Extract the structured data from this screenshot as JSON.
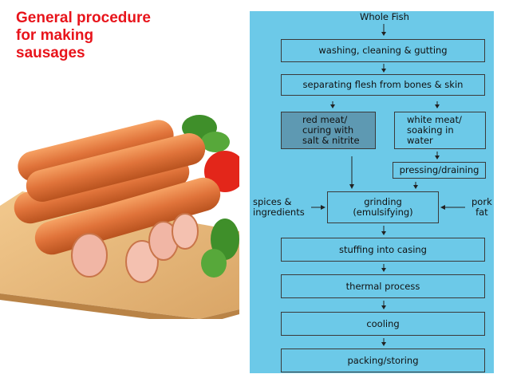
{
  "slide": {
    "title_lines": [
      "General procedure",
      "for making",
      "sausages"
    ]
  },
  "flowchart": {
    "start": "Whole Fish",
    "wash": "washing, cleaning & gutting",
    "separate": "separating flesh from bones & skin",
    "red_meat": [
      "red meat/",
      "curing with",
      "salt & nitrite"
    ],
    "white_meat": [
      "white meat/",
      "soaking in",
      "water"
    ],
    "pressing": "pressing/draining",
    "spices": [
      "spices &",
      "ingredients"
    ],
    "grinding": [
      "grinding",
      "(emulsifying)"
    ],
    "pork": [
      "pork",
      "fat"
    ],
    "stuffing": "stuffing into casing",
    "thermal": "thermal process",
    "cooling": "cooling",
    "packing": "packing/storing"
  },
  "colors": {
    "title": "#e8141b",
    "panel": "#6cc9e8",
    "highlight_box": "#5e99b2"
  }
}
